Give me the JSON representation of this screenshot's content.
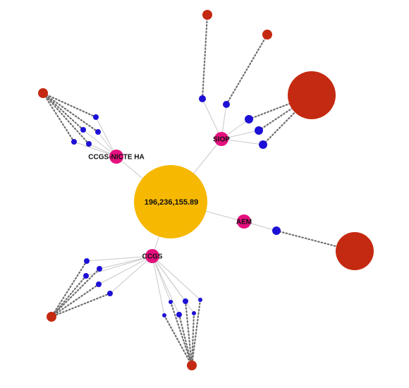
{
  "center": {
    "label": "196,236,155.89"
  },
  "hubs": {
    "ccgs_nicte_ha": {
      "label": "CCGS-NICTE HA"
    },
    "siop": {
      "label": "SIOP"
    },
    "aem": {
      "label": "AEM"
    },
    "ccgs": {
      "label": "CCGS"
    }
  },
  "colors": {
    "center": "#f6b800",
    "hub": "#e5107e",
    "leaf": "#1d10d6",
    "terminal": "#c42a11",
    "solid_edge": "#c8c8c8",
    "dotted_edge": "#6e6e6e"
  }
}
